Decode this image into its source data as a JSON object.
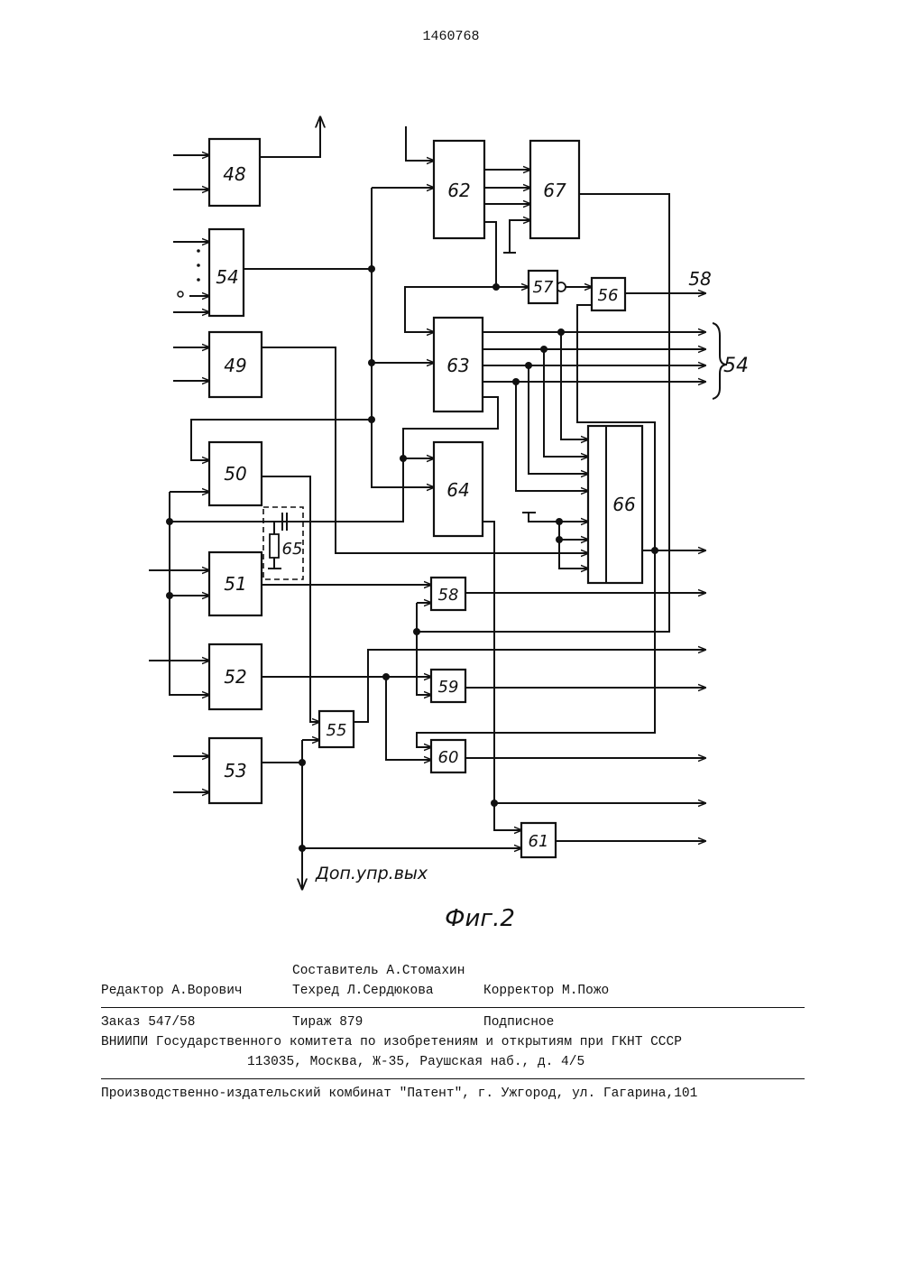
{
  "patent_number": "1460768",
  "figure_caption": "Фиг.2",
  "blocks": {
    "b48": "48",
    "b54": "54",
    "b49": "49",
    "b50": "50",
    "b51": "51",
    "b52": "52",
    "b53": "53",
    "b55": "55",
    "b62": "62",
    "b63": "63",
    "b64": "64",
    "b67": "67",
    "b57": "57",
    "b56": "56",
    "b66": "66",
    "b58": "58",
    "b59": "59",
    "b60": "60",
    "b61": "61",
    "b65": "65"
  },
  "output_labels": {
    "out_58": "58",
    "out_54": "54",
    "aux_output": "Доп.упр.вых"
  },
  "imprint": {
    "compiler": "Составитель А.Стомахин",
    "editor": "Редактор А.Ворович",
    "techred": "Техред Л.Сердюкова",
    "corrector": "Корректор М.Пожо",
    "order": "Заказ 547/58",
    "circulation": "Тираж 879",
    "subscription": "Подписное",
    "publisher": "ВНИИПИ Государственного комитета по изобретениям и открытиям при ГКНТ СССР",
    "address": "113035, Москва, Ж-35, Раушская наб., д. 4/5",
    "printer": "Производственно-издательский комбинат \"Патент\", г. Ужгород, ул. Гагарина,101"
  }
}
